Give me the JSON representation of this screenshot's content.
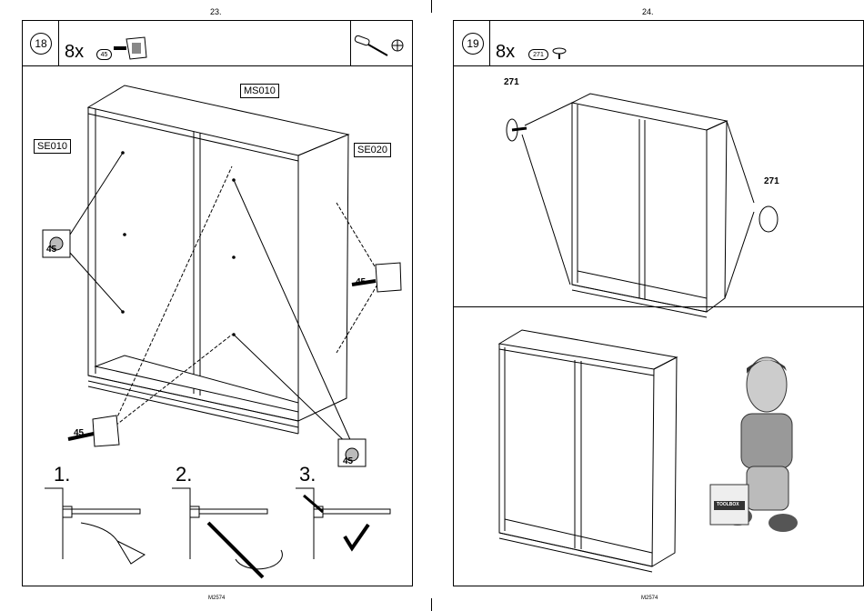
{
  "left_page": {
    "page_number": "23.",
    "step": "18",
    "quantity": "8x",
    "part_code": "45",
    "labels": {
      "top": "MS010",
      "left": "SE010",
      "right": "SE020"
    },
    "callout_part": "45",
    "substeps": [
      "1.",
      "2.",
      "3."
    ],
    "footer": "M2574"
  },
  "right_page": {
    "page_number": "24.",
    "step": "19",
    "quantity": "8x",
    "part_code": "271",
    "callout_part": "271",
    "footer": "M2574"
  },
  "illustration": {
    "toolbox_label": "TOOLBOX"
  }
}
